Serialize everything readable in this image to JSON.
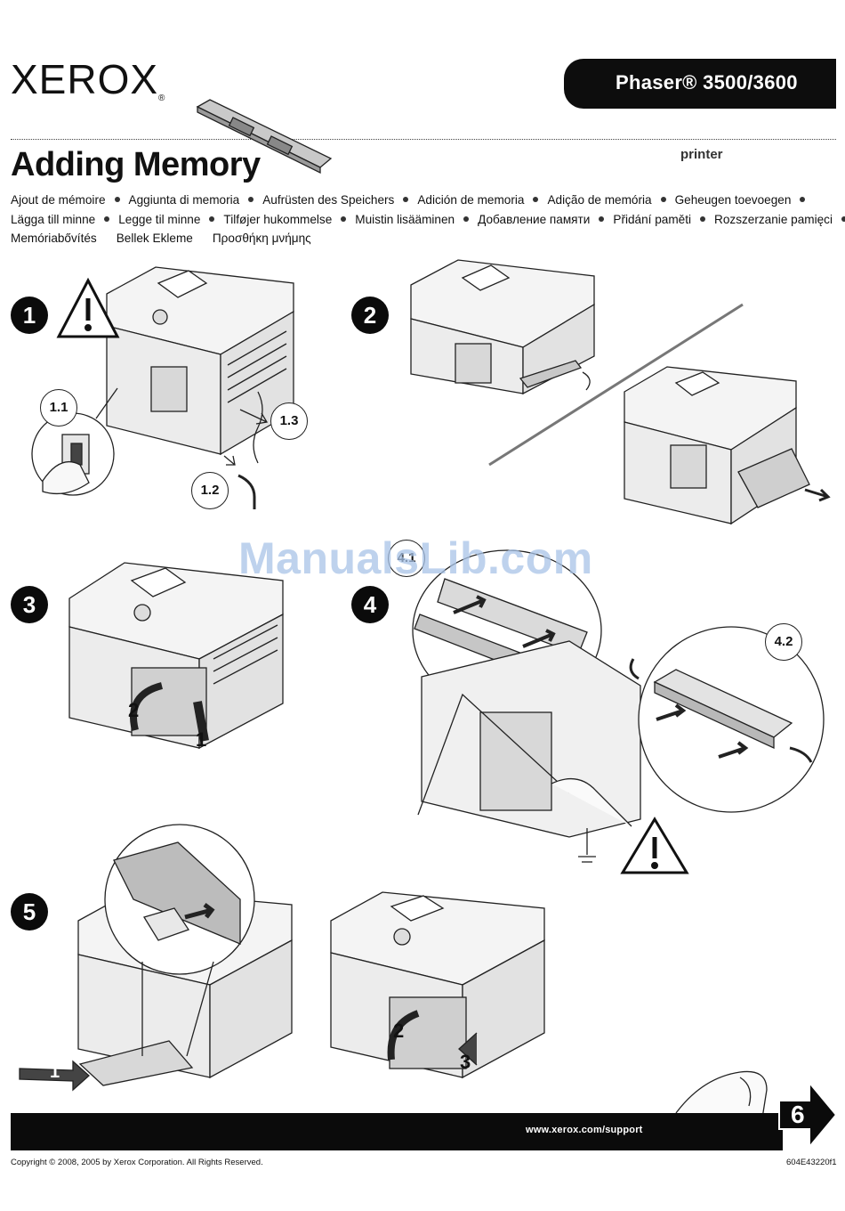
{
  "header": {
    "brand": "XEROX",
    "brand_mark": "®",
    "product": "Phaser® 3500/3600",
    "subtag": "printer"
  },
  "title": "Adding Memory",
  "languages": {
    "row1": [
      "Ajout de mémoire",
      "Aggiunta di memoria",
      "Aufrüsten des Speichers",
      "Adición de memoria",
      "Adição de memória",
      "Geheugen toevoegen"
    ],
    "row2": [
      "Lägga till minne",
      "Legge til minne",
      "Tilføjer hukommelse",
      "Muistin lisääminen",
      "Добавление памяти",
      "Přidání paměti",
      "Rozszerzanie pamięci"
    ],
    "row3": [
      "Memóriabővítés",
      "Bellek Ekleme",
      "Προσθήκη μνήμης"
    ]
  },
  "steps": {
    "s1": "1",
    "s2": "2",
    "s3": "3",
    "s4": "4",
    "s5": "5"
  },
  "callouts": {
    "c11": "1.1",
    "c12": "1.2",
    "c13": "1.3",
    "c41": "4.1",
    "c42": "4.2",
    "arrow3_1": "1",
    "arrow3_2": "2",
    "arrow5_1": "1",
    "arrow5b_2": "2",
    "arrow5b_3": "3"
  },
  "watermark": "ManualsLib.com",
  "footer": {
    "support_url": "www.xerox.com/support",
    "next_page": "6",
    "copyright": "Copyright © 2008, 2005 by Xerox Corporation.  All Rights Reserved.",
    "part_number": "604E43220f1"
  }
}
